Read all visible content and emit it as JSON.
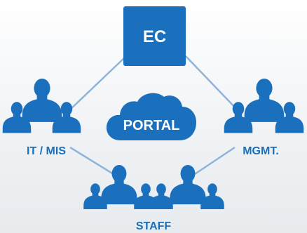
{
  "nodes": {
    "top": {
      "label": "EC"
    },
    "center": {
      "label": "PORTAL"
    },
    "left": {
      "label": "IT / MIS"
    },
    "right": {
      "label": "MGMT."
    },
    "bottom": {
      "label": "STAFF"
    }
  },
  "colors": {
    "primary": "#1b70bd",
    "primary_dark": "#1560a6",
    "line": "#8fb4d9",
    "background_top": "#ffffff",
    "background_bottom": "#e7ebee"
  }
}
